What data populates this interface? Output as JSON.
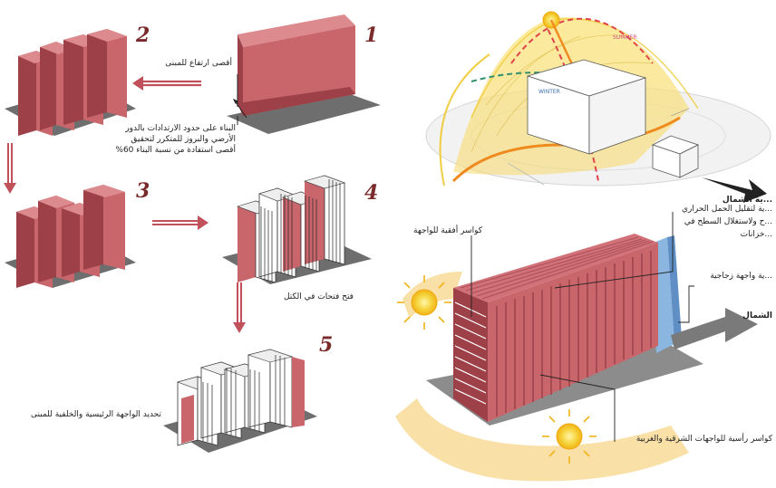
{
  "steps": [
    {
      "number": "1"
    },
    {
      "number": "2"
    },
    {
      "number": "3"
    },
    {
      "number": "4"
    },
    {
      "number": "5"
    }
  ],
  "labels": {
    "max_height": "أقصى ارتفاع للمبنى",
    "setbacks_line1": "البناء على حدود الارتدادات بالدور",
    "setbacks_line2": "الأرضي والبروز للمتكرر لتحقيق",
    "setbacks_line3": "أقصى استفادة من نسبة البناء 60%",
    "openings": "فتح فتحات في الكتل",
    "facades": "تحديد الواجهة الرئيسية والخلفية للمبنى"
  },
  "sun_diagram": {
    "summer_label": "SUMMER",
    "winter_label": "WINTER"
  },
  "annotations": {
    "roof_line1": "...ية لتقليل الحمل الحراري",
    "roof_line2": "...ح ولاستغلال السطح في",
    "roof_line3": "...خزانات",
    "roof_head": "...ية الشمال",
    "horizontal_louvers": "كواسر أفقية للواجهة",
    "glass_facade": "...ية واجهة زجاجية",
    "north": "الشمال",
    "vertical_louvers": "كواسر رأسية للواجهات الشرقية والغربية"
  },
  "colors": {
    "mass": "#c8666c",
    "mass_dark": "#9e4048",
    "mass_light": "#dd8a8e",
    "ground": "#6e6e6e",
    "arrow": "#c0505a",
    "sun_yellow": "#f2cf3a",
    "sun_orange": "#ee8a1e",
    "glass": "#8bb6e0"
  }
}
